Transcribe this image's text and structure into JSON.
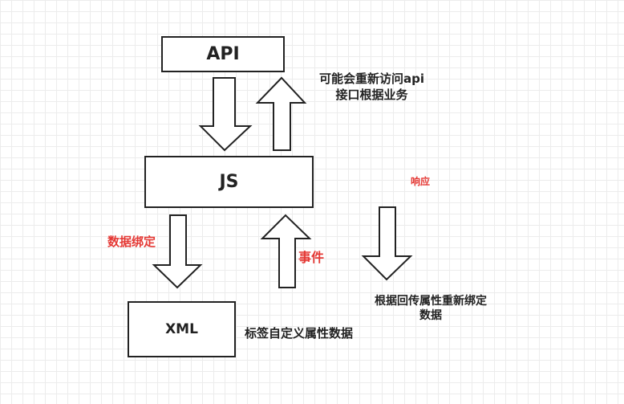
{
  "boxes": {
    "api": "API",
    "js": "JS",
    "xml": "XML"
  },
  "labels": {
    "api_note_line1": "可能会重新访问api",
    "api_note_line2": "接口根据业务",
    "response": "响应",
    "data_binding": "数据绑定",
    "event": "事件",
    "rebind_line1": "根据回传属性重新绑定",
    "rebind_line2": "数据",
    "xml_note": "标签自定义属性数据"
  },
  "colors": {
    "stroke": "#222222",
    "accent_red": "#e53935"
  }
}
